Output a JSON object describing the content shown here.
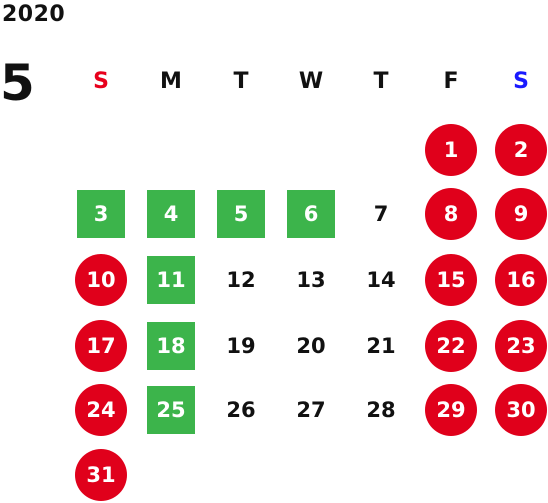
{
  "calendar": {
    "year": "2020",
    "month": "5",
    "weekdays": [
      {
        "label": "S",
        "color": "#e8001c"
      },
      {
        "label": "M",
        "color": "#111111"
      },
      {
        "label": "T",
        "color": "#111111"
      },
      {
        "label": "W",
        "color": "#111111"
      },
      {
        "label": "T",
        "color": "#111111"
      },
      {
        "label": "F",
        "color": "#111111"
      },
      {
        "label": "S",
        "color": "#1a1aff"
      }
    ],
    "colors": {
      "holiday": "#e0001b",
      "vacation": "#3cb44b",
      "text": "#111111"
    },
    "days": [
      {
        "label": "1",
        "week": 0,
        "dow": 5,
        "style": "holiday"
      },
      {
        "label": "2",
        "week": 0,
        "dow": 6,
        "style": "holiday"
      },
      {
        "label": "3",
        "week": 1,
        "dow": 0,
        "style": "vacation"
      },
      {
        "label": "4",
        "week": 1,
        "dow": 1,
        "style": "vacation"
      },
      {
        "label": "5",
        "week": 1,
        "dow": 2,
        "style": "vacation"
      },
      {
        "label": "6",
        "week": 1,
        "dow": 3,
        "style": "vacation"
      },
      {
        "label": "7",
        "week": 1,
        "dow": 4,
        "style": "normal"
      },
      {
        "label": "8",
        "week": 1,
        "dow": 5,
        "style": "holiday"
      },
      {
        "label": "9",
        "week": 1,
        "dow": 6,
        "style": "holiday"
      },
      {
        "label": "10",
        "week": 2,
        "dow": 0,
        "style": "holiday"
      },
      {
        "label": "11",
        "week": 2,
        "dow": 1,
        "style": "vacation"
      },
      {
        "label": "12",
        "week": 2,
        "dow": 2,
        "style": "normal"
      },
      {
        "label": "13",
        "week": 2,
        "dow": 3,
        "style": "normal"
      },
      {
        "label": "14",
        "week": 2,
        "dow": 4,
        "style": "normal"
      },
      {
        "label": "15",
        "week": 2,
        "dow": 5,
        "style": "holiday"
      },
      {
        "label": "16",
        "week": 2,
        "dow": 6,
        "style": "holiday"
      },
      {
        "label": "17",
        "week": 3,
        "dow": 0,
        "style": "holiday"
      },
      {
        "label": "18",
        "week": 3,
        "dow": 1,
        "style": "vacation"
      },
      {
        "label": "19",
        "week": 3,
        "dow": 2,
        "style": "normal"
      },
      {
        "label": "20",
        "week": 3,
        "dow": 3,
        "style": "normal"
      },
      {
        "label": "21",
        "week": 3,
        "dow": 4,
        "style": "normal"
      },
      {
        "label": "22",
        "week": 3,
        "dow": 5,
        "style": "holiday"
      },
      {
        "label": "23",
        "week": 3,
        "dow": 6,
        "style": "holiday"
      },
      {
        "label": "24",
        "week": 4,
        "dow": 0,
        "style": "holiday"
      },
      {
        "label": "25",
        "week": 4,
        "dow": 1,
        "style": "vacation"
      },
      {
        "label": "26",
        "week": 4,
        "dow": 2,
        "style": "normal"
      },
      {
        "label": "27",
        "week": 4,
        "dow": 3,
        "style": "normal"
      },
      {
        "label": "28",
        "week": 4,
        "dow": 4,
        "style": "normal"
      },
      {
        "label": "29",
        "week": 4,
        "dow": 5,
        "style": "holiday"
      },
      {
        "label": "30",
        "week": 4,
        "dow": 6,
        "style": "holiday"
      },
      {
        "label": "31",
        "week": 5,
        "dow": 0,
        "style": "holiday"
      }
    ]
  }
}
